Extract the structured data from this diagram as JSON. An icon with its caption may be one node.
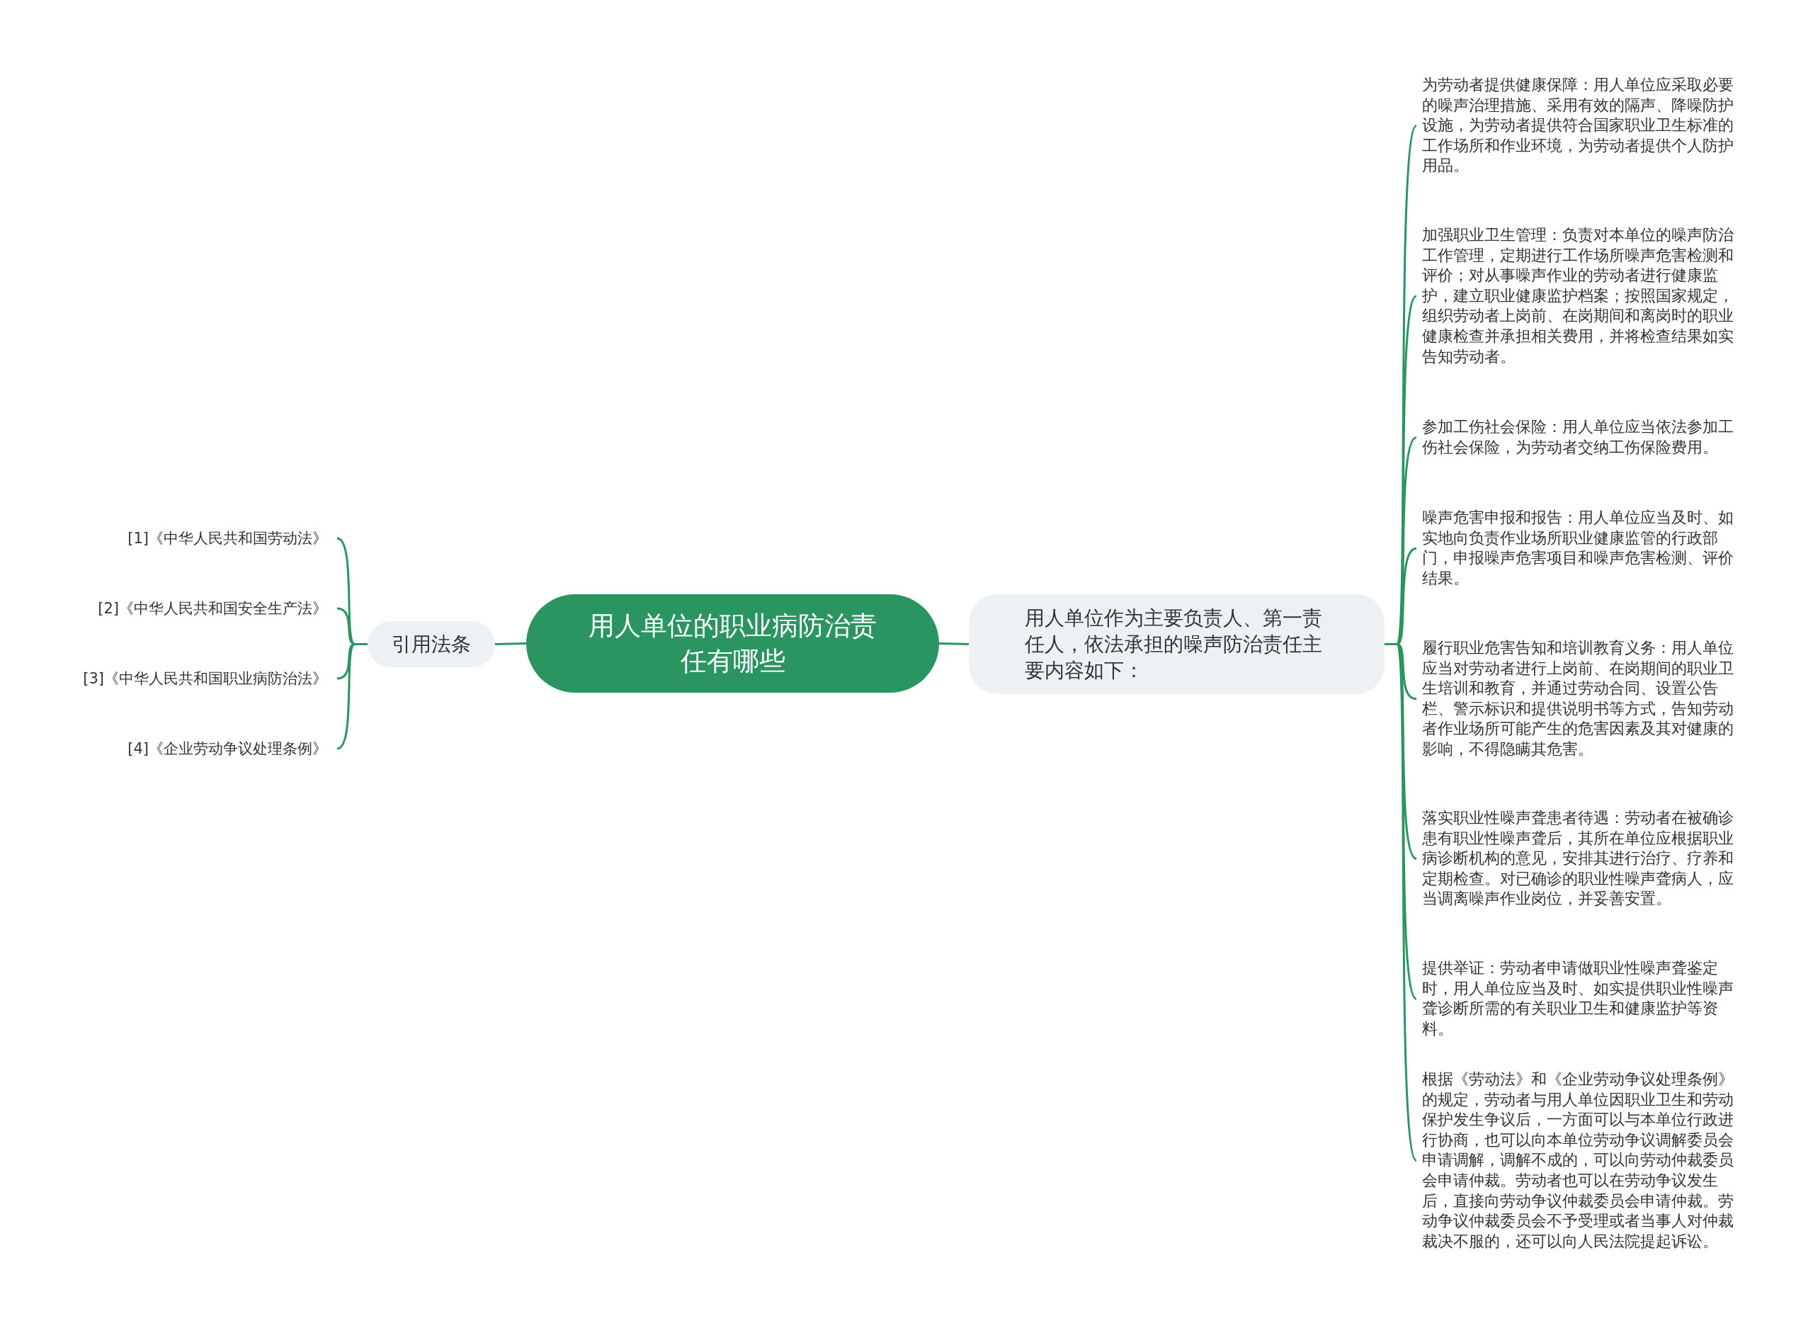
{
  "diagram": {
    "nodes": [
      {
        "text": [
          "用人单位的职业病防治责任有哪些"
        ]
      },
      {
        "text": [
          "引用法条"
        ]
      },
      {
        "text": [
          "[1]《中华人民共和国劳动法》"
        ]
      },
      {
        "text": [
          "[2]《中华人民共和国安全生产法》"
        ]
      },
      {
        "text": [
          "[3]《中华人民共和国职业病防治法》"
        ]
      },
      {
        "text": [
          "[4]《企业劳动争议处理条例》"
        ]
      },
      {
        "text": [
          "用人单位作为主要负责人、第一责任人，依法承担的噪声防治责任主要内容如下："
        ]
      },
      {
        "text": [
          "为劳动者提供健康保障：用人单位应采取必要的噪声治理措施、采用有效的隔声、降噪防护设施，为劳动者提供符合国家职业卫生标准的工作场所和作业环境，为劳动者提供个人防护用品。"
        ]
      },
      {
        "text": [
          "加强职业卫生管理：负责对本单位的噪声防治工作管理，定期进行工作场所噪声危害检测和评价；对从事噪声作业的劳动者进行健康监护，建立职业健康监护档案；按照国家规定，组织劳动者上岗前、在岗期间和离岗时的职业健康检查并承担相关费用，并将检查结果如实告知劳动者。"
        ]
      },
      {
        "text": [
          "参加工伤社会保险：用人单位应当依法参加工伤社会保险，为劳动者交纳工伤保险费用。"
        ]
      },
      {
        "text": [
          "噪声危害申报和报告：用人单位应当及时、如实地向负责作业场所职业健康监管的行政部门，申报噪声危害项目和噪声危害检测、评价结果。"
        ]
      },
      {
        "text": [
          "履行职业危害告知和培训教育义务：用人单位应当对劳动者进行上岗前、在岗期间的职业卫生培训和教育，并通过劳动合同、设置公告栏、警示标识和提供说明书等方式，告知劳动者作业场所可能产生的危害因素及其对健康的影响，不得隐瞒其危害。"
        ]
      },
      {
        "text": [
          "落实职业性噪声聋患者待遇：劳动者在被确诊患有职业性噪声聋后，其所在单位应根据职业病诊断机构的意见，安排其进行治疗、疗养和定期检查。对已确诊的职业性噪声聋病人，应当调离噪声作业岗位，并妥善安置。"
        ]
      },
      {
        "text": [
          "提供举证：劳动者申请做职业性噪声聋鉴定时，用人单位应当及时、如实提供职业性噪声聋诊断所需的有关职业卫生和健康监护等资料。"
        ]
      },
      {
        "text": [
          "根据《劳动法》和《企业劳动争议处理条例》的规定，劳动者与用人单位因职业卫生和劳动保护发生争议后，一方面可以与本单位行政进行协商，也可以向本单位劳动争议调解委员会申请调解，调解不成的，可以向劳动仲裁委员会申请仲裁。劳动者也可以在劳动争议发生后，直接向劳动争议仲裁委员会申请仲裁。劳动争议仲裁委员会不予受理或者当事人对仲裁裁决不服的，还可以向人民法院提起诉讼。"
        ]
      }
    ],
    "edges": [
      {
        "from": 0,
        "to": 1,
        "arrow": "none"
      },
      {
        "from": 1,
        "to": 2,
        "arrow": "none"
      },
      {
        "from": 1,
        "to": 3,
        "arrow": "none"
      },
      {
        "from": 1,
        "to": 4,
        "arrow": "none"
      },
      {
        "from": 1,
        "to": 5,
        "arrow": "none"
      },
      {
        "from": 0,
        "to": 6,
        "arrow": "none"
      },
      {
        "from": 6,
        "to": 7,
        "arrow": "none"
      },
      {
        "from": 6,
        "to": 8,
        "arrow": "none"
      },
      {
        "from": 6,
        "to": 9,
        "arrow": "none"
      },
      {
        "from": 6,
        "to": 10,
        "arrow": "none"
      },
      {
        "from": 6,
        "to": 11,
        "arrow": "none"
      },
      {
        "from": 6,
        "to": 12,
        "arrow": "none"
      },
      {
        "from": 6,
        "to": 13,
        "arrow": "none"
      },
      {
        "from": 6,
        "to": 14,
        "arrow": "none"
      }
    ]
  }
}
